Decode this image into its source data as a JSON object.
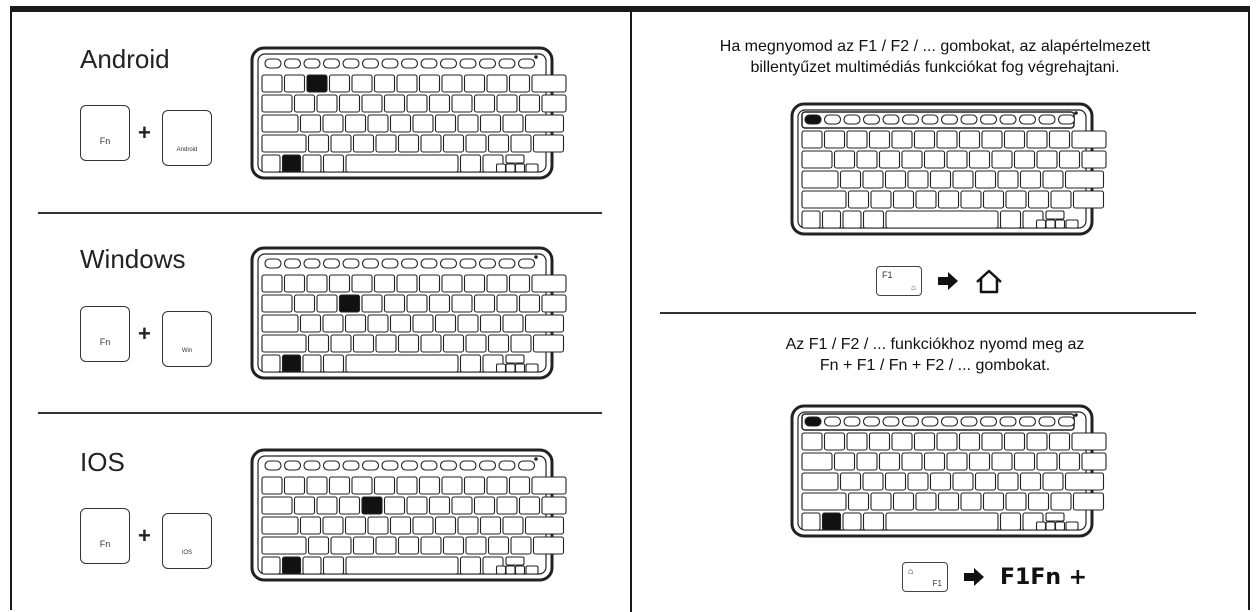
{
  "left_panel": {
    "sections": [
      {
        "os": "Android",
        "key1": "Fn",
        "plus": "+",
        "key2": "Android"
      },
      {
        "os": "Windows",
        "key1": "Fn",
        "plus": "+",
        "key2": "Win"
      },
      {
        "os": "IOS",
        "key1": "Fn",
        "plus": "+",
        "key2": "iOS"
      }
    ]
  },
  "right_panel": {
    "top": {
      "line1": "Ha megnyomod az F1 / F2 / ... gombokat, az alapértelmezett",
      "line2": "billentyűzet multimédiás funkciókat fog végrehajtani.",
      "key_label": "F1",
      "key_icon": "home-icon",
      "arrow_icon": "arrow-right-icon",
      "result_icon": "home-icon"
    },
    "bottom": {
      "line1": "Az F1 / F2 / ... funkciókhoz nyomd meg az",
      "line2": "Fn + F1 / Fn + F2 / ... gombokat.",
      "key_label": "F1",
      "key_icon": "home-icon",
      "arrow_icon": "arrow-right-icon",
      "result_text": "F1Fn +"
    }
  }
}
